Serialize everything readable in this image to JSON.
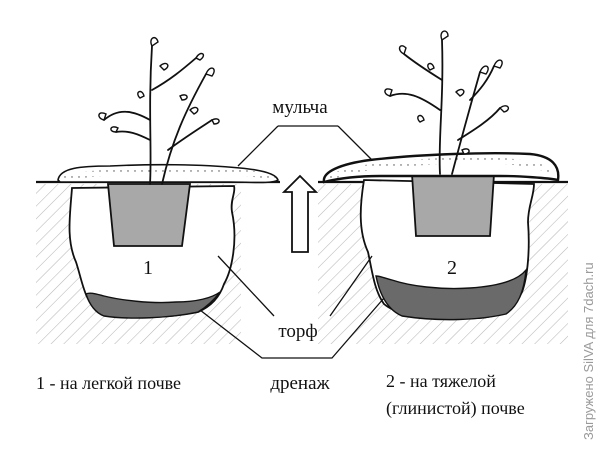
{
  "labels": {
    "mulch": "мульча",
    "peat": "торф",
    "drainage": "дренаж"
  },
  "pits": [
    {
      "number": "1",
      "caption_lines": [
        "1 - на легкой почве"
      ]
    },
    {
      "number": "2",
      "caption_lines": [
        "2 - на тяжелой",
        "(глинистой) почве"
      ]
    }
  ],
  "watermark": "Загружено SilVA для 7dach.ru",
  "colors": {
    "ink": "#111111",
    "pot": "#a8a8a8",
    "drainage_light": "#6e6e6e",
    "drainage_heavy": "#6a6a6a",
    "hatch": "#b8b8b8"
  }
}
